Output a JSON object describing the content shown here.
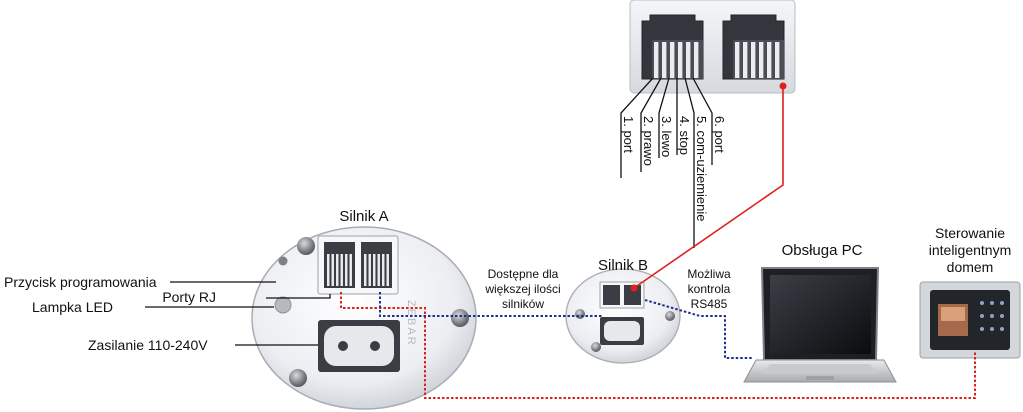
{
  "labels": {
    "motor_a": "Silnik A",
    "motor_b": "Silnik B",
    "pc": "Obsługa PC",
    "smart_home": [
      "Sterowanie",
      "inteligentnym",
      "domem"
    ],
    "prog_button": "Przycisk programowania",
    "led": "Lampka LED",
    "rj_ports": "Porty RJ",
    "power": "Zasilanie 110-240V",
    "more_motors": [
      "Dostępne dla",
      "większej ilości",
      "silników"
    ],
    "rs485": [
      "Możliwa",
      "kontrola",
      "RS485"
    ]
  },
  "pins": [
    "1. port",
    "2. prawo",
    "3. lewo",
    "4. stop",
    "5. com-uziemienie",
    "6. port"
  ],
  "brand_mark": "ZEBAR",
  "colors": {
    "red_wire": "#e0201c",
    "blue_wire": "#1e2f8f",
    "housing": "#e9ebef",
    "label_text": "#111111"
  }
}
